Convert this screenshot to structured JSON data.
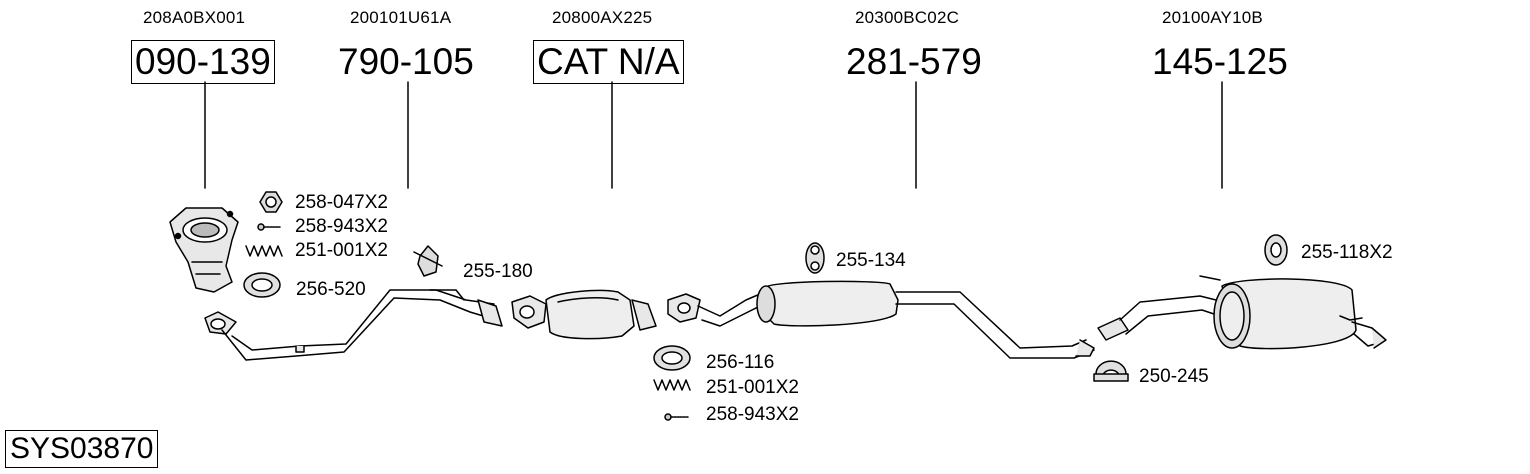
{
  "system_code": "SYS03870",
  "main_parts": [
    {
      "oem": "208A0BX001",
      "part": "090-139"
    },
    {
      "oem": "200101U61A",
      "part": "790-105"
    },
    {
      "oem": "20800AX225",
      "part": "CAT N/A"
    },
    {
      "oem": "20300BC02C",
      "part": "281-579"
    },
    {
      "oem": "20100AY10B",
      "part": "145-125"
    }
  ],
  "accessories": {
    "nut": "258-047X2",
    "bolt_a": "258-943X2",
    "spring_a": "251-001X2",
    "gasket_a": "256-520",
    "bracket": "255-180",
    "gasket_b": "256-116",
    "spring_b": "251-001X2",
    "bolt_b": "258-943X2",
    "hanger_a": "255-134",
    "hanger_b": "255-118X2",
    "clamp": "250-245"
  }
}
